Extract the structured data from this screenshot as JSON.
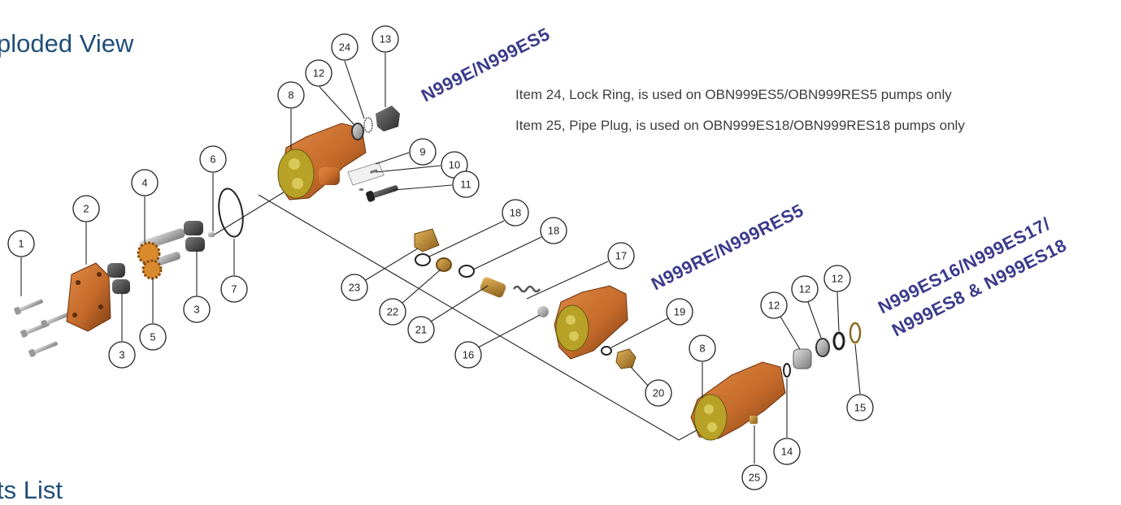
{
  "headings": {
    "top": "ploded View",
    "bottom": "ts List"
  },
  "notes": [
    "Item 24, Lock Ring, is used on OBN999ES5/OBN999RES5 pumps only",
    "Item 25, Pipe Plug, is used on OBN999ES18/OBN999RES18 pumps only"
  ],
  "models": {
    "top": "N999E/N999ES5",
    "middle": "N999RE/N999RES5",
    "right_line1": "N999ES16/N999ES17/",
    "right_line2": "N999ES8 & N999ES18"
  },
  "callouts": [
    "1",
    "2",
    "3",
    "3",
    "4",
    "5",
    "6",
    "7",
    "8",
    "9",
    "10",
    "11",
    "12",
    "13",
    "24",
    "18",
    "18",
    "17",
    "23",
    "22",
    "21",
    "16",
    "19",
    "20",
    "8",
    "12",
    "12",
    "12",
    "14",
    "15",
    "25"
  ],
  "colors": {
    "housing": "#c46a2a",
    "brass": "#b8862f",
    "model_text": "#3b3b8c",
    "heading": "#1f4e79"
  }
}
